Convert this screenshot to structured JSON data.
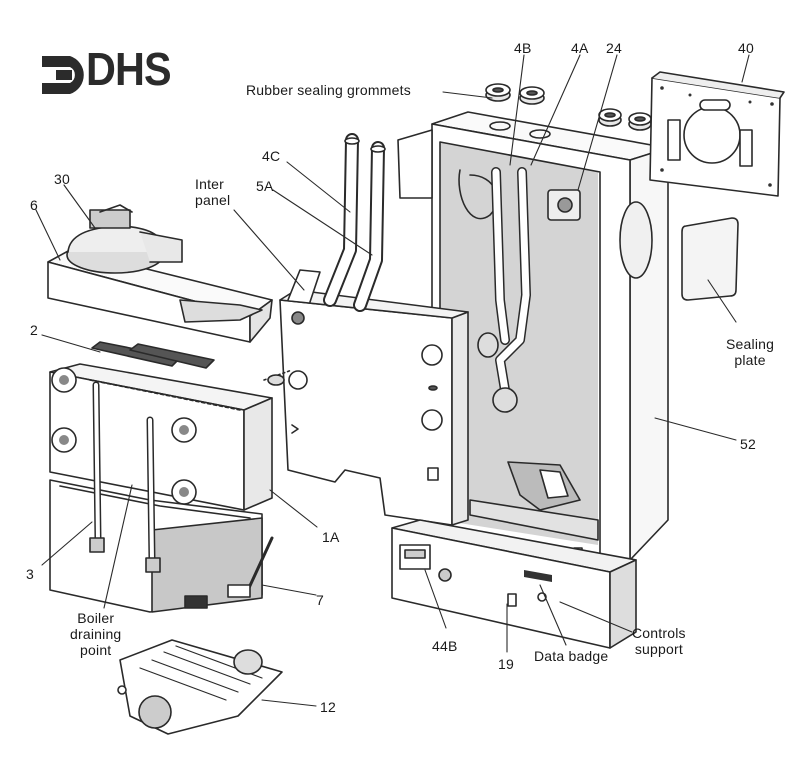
{
  "logo": {
    "text": "DHS"
  },
  "labels": {
    "grommets": "Rubber sealing grommets",
    "l4b": "4B",
    "l4a": "4A",
    "l24": "24",
    "l40": "40",
    "l4c": "4C",
    "l5a": "5A",
    "inter_panel": "Inter\npanel",
    "l30": "30",
    "l6": "6",
    "l2": "2",
    "sealing_plate": "Sealing\nplate",
    "l52": "52",
    "l1a": "1A",
    "l3": "3",
    "draining_point": "Boiler\ndraining\npoint",
    "l7": "7",
    "l44b": "44B",
    "l19": "19",
    "data_badge": "Data badge",
    "controls_support": "Controls\nsupport",
    "l12": "12"
  },
  "colors": {
    "line": "#2a2a2a",
    "shade": "#cfcfcf",
    "dark": "#9a9a9a",
    "light": "#ececec"
  }
}
